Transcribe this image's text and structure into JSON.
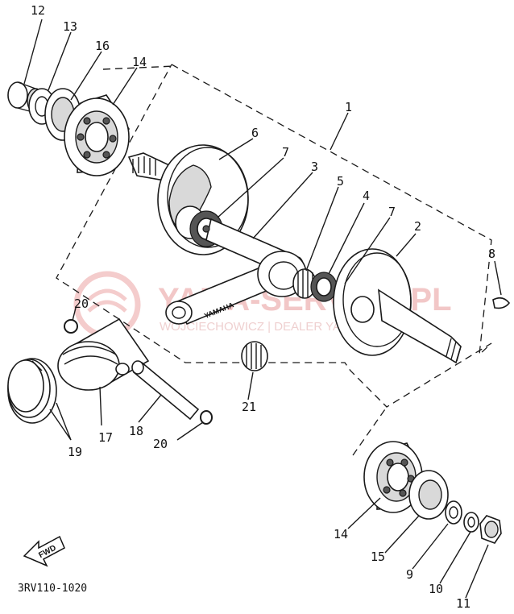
{
  "part_labels": {
    "p1": "1",
    "p2": "2",
    "p3": "3",
    "p4": "4",
    "p5": "5",
    "p6": "6",
    "p7a": "7",
    "p7b": "7",
    "p8": "8",
    "p9": "9",
    "p10": "10",
    "p11": "11",
    "p12": "12",
    "p13": "13",
    "p14a": "14",
    "p14b": "14",
    "p15": "15",
    "p16": "16",
    "p17": "17",
    "p18": "18",
    "p19": "19",
    "p20a": "20",
    "p20b": "20",
    "p21": "21"
  },
  "watermark": {
    "main": "YAMA-SERVICE.PL",
    "sub": "WOJCIECHOWICZ | DEALER YAMAHA"
  },
  "rod_marking": "YAMAHA",
  "fwd_label": "FWD",
  "diagram_code": "3RV110-1020",
  "colors": {
    "ink": "#1a1a1a",
    "watermark": "#f2c7c7",
    "background": "#ffffff"
  }
}
